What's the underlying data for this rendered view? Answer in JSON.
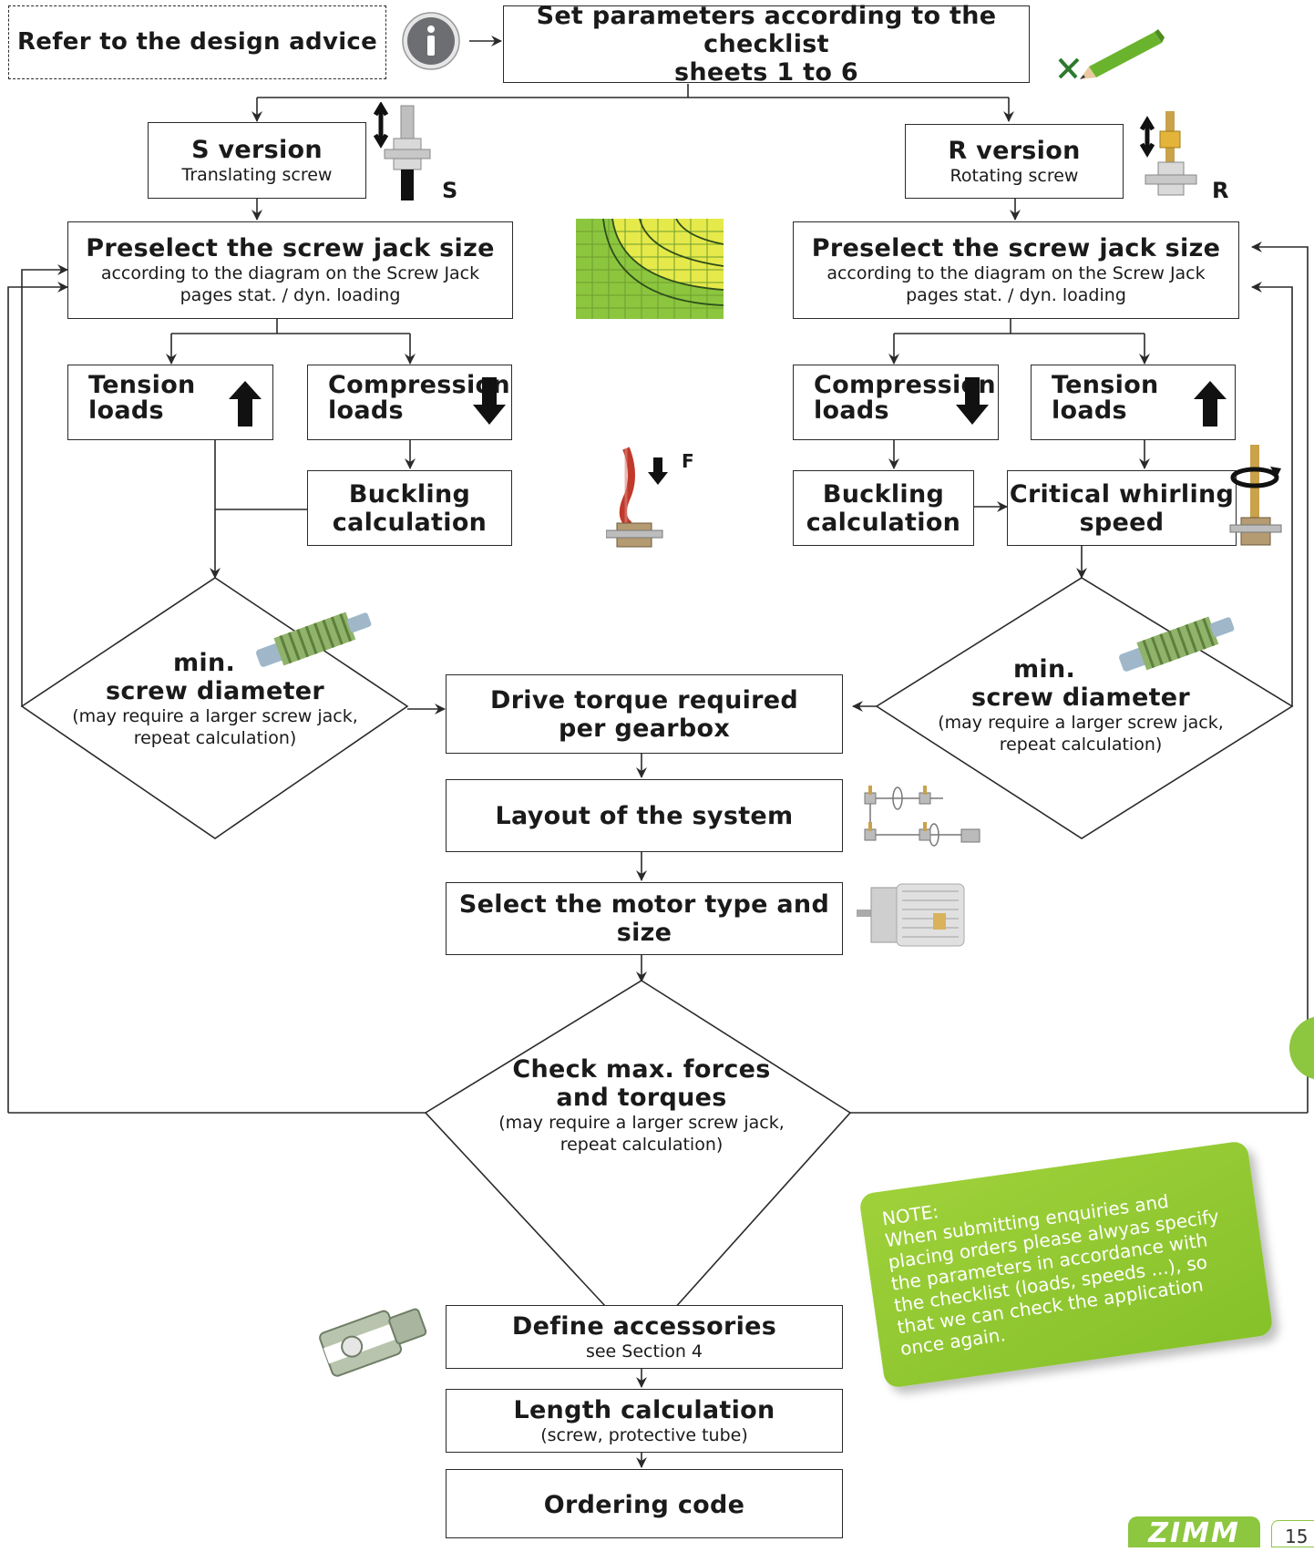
{
  "design_advice": "Refer to the design advice",
  "start": {
    "title_line1": "Set parameters according to the checklist",
    "title_line2": "sheets 1 to 6"
  },
  "s_version": {
    "title": "S version",
    "subtitle": "Translating screw",
    "marker": "S"
  },
  "r_version": {
    "title": "R version",
    "subtitle": "Rotating screw",
    "marker": "R"
  },
  "preselect_left": {
    "title": "Preselect the screw jack size",
    "line2": "according to the diagram on the Screw Jack",
    "line3": "pages stat. / dyn. loading"
  },
  "preselect_right": {
    "title": "Preselect the screw jack size",
    "line2": "according to the diagram on the Screw Jack",
    "line3": "pages stat. / dyn. loading"
  },
  "left_tension": {
    "line1": "Tension",
    "line2": "loads"
  },
  "left_compression": {
    "line1": "Compression",
    "line2": "loads"
  },
  "right_compression": {
    "line1": "Compression",
    "line2": "loads"
  },
  "right_tension": {
    "line1": "Tension",
    "line2": "loads"
  },
  "buckling_left": {
    "line1": "Buckling",
    "line2": "calculation"
  },
  "buckling_right": {
    "line1": "Buckling",
    "line2": "calculation"
  },
  "force_label": "F",
  "whirling": {
    "line1": "Critical whirling",
    "line2": "speed"
  },
  "min_screw_left": {
    "line1": "min.",
    "line2": "screw diameter",
    "line3": "(may require a larger screw jack,",
    "line4": "repeat calculation)"
  },
  "min_screw_right": {
    "line1": "min.",
    "line2": "screw diameter",
    "line3": "(may require a larger screw jack,",
    "line4": "repeat calculation)"
  },
  "drive_torque": {
    "line1": "Drive torque required",
    "line2": "per gearbox"
  },
  "layout": "Layout of the system",
  "motor": "Select the motor type and size",
  "check_forces": {
    "line1": "Check max. forces",
    "line2": "and torques",
    "line3": "(may require a larger screw jack,",
    "line4": "repeat calculation)"
  },
  "accessories": {
    "title": "Define accessories",
    "subtitle": "see Section 4"
  },
  "length": {
    "title": "Length calculation",
    "subtitle": "(screw, protective tube)"
  },
  "ordering": "Ordering code",
  "note": {
    "title": "NOTE:",
    "text": "When submitting enquiries and placing orders please alwyas specify the parameters in accordance with the checklist (loads, speeds ...), so that we can check the application once again."
  },
  "brand": "ZIMM",
  "page_number": "15",
  "colors": {
    "line": "#2a2a2a",
    "accent_green": "#8dc63f",
    "note_green": "#96cc36",
    "info_icon": "#6d6e71"
  }
}
